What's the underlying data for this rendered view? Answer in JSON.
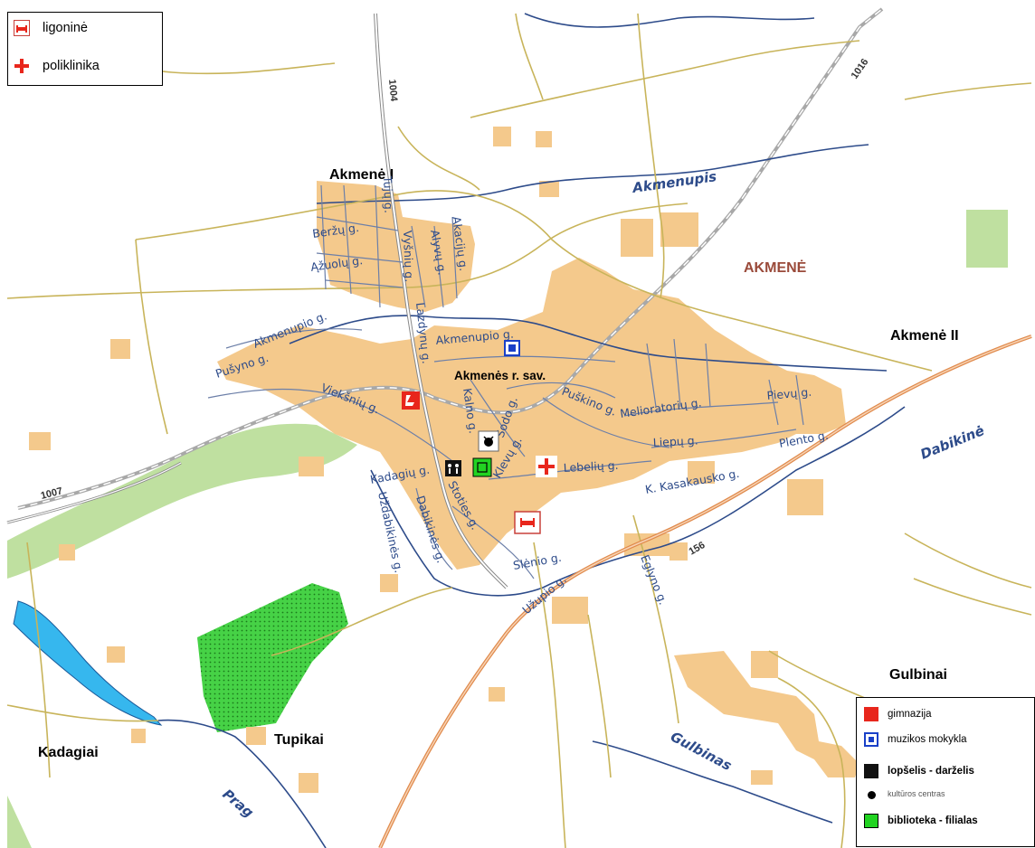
{
  "legend_top": {
    "items": [
      {
        "label": "ligoninė",
        "icon": "hospital-bed-icon"
      },
      {
        "label": "poliklinika",
        "icon": "red-cross-icon"
      }
    ]
  },
  "legend_bottom": {
    "items": [
      {
        "label": "gimnazija",
        "icon": "gymnasium-icon"
      },
      {
        "label": "muzikos mokykla",
        "icon": "music-school-icon"
      },
      {
        "label": "lopšelis - darželis",
        "icon": "kindergarten-icon"
      },
      {
        "label": "kultūros centras",
        "icon": "culture-centre-icon"
      },
      {
        "label": "biblioteka - filialas",
        "icon": "library-icon"
      }
    ]
  },
  "places": {
    "akmene_i": "Akmenė I",
    "akmene_ii": "Akmenė II",
    "akmene": "AKMENĖ",
    "gulbinai": "Gulbinai",
    "tupikai": "Tupikai",
    "kadagiai": "Kadagiai",
    "municipality": "Akmenės r. sav."
  },
  "rivers": {
    "akmenupis": "Akmenupis",
    "dabikine": "Dabikinė",
    "gulbinas": "Gulbinas",
    "prag": "Prag"
  },
  "roads": {
    "r1004": "1004",
    "r1016": "1016",
    "r1007": "1007",
    "r156": "156"
  },
  "streets": {
    "berzu": "Beržų g.",
    "azuolu": "Ąžuolų g.",
    "akmenupio1": "Akmenupio g.",
    "akmenupio2": "Akmenupio g.",
    "pusyno": "Pušyno g.",
    "vieksniu": "Viekšnių g.",
    "tujiu": "Tujų g.",
    "vysniu": "Vyšnių g.",
    "alyvu": "Alyvų g.",
    "akaciju": "Akacijų g.",
    "lazuvos": "Lazdynų g.",
    "kalno": "Kalno g.",
    "sodo": "Sodo g.",
    "klevu": "Klevų g.",
    "puskino": "Puškino g.",
    "melioratoriu": "Melioratorių g.",
    "pievu": "Pievų g.",
    "liepu": "Liepų g.",
    "plento": "Plento g.",
    "lebeliu": "Lebelių g.",
    "kasakausko": "K. Kasakausko g.",
    "kadagiu": "Kadagių g.",
    "uzdabikines": "Uždabikinės g.",
    "dabikines": "Dabikinės g.",
    "stoties": "Stoties g.",
    "slenio": "Slėnio g.",
    "uzupio": "Užupio g.",
    "eglyno": "Eglyno g."
  },
  "colors": {
    "built_area": "#f4c98c",
    "forest": "#bfe0a0",
    "river_line": "#2d4b8a",
    "road_yellow": "#c8b45a",
    "road_main": "#e08a4c",
    "railway": "#a8a8a8",
    "wetland": "#46d246",
    "lake": "#36b7ee"
  }
}
